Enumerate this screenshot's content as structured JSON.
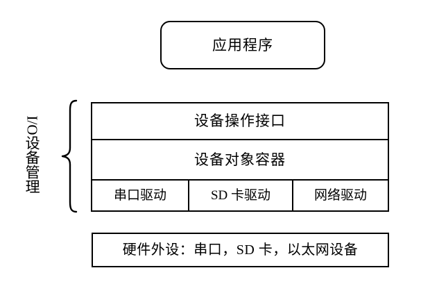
{
  "diagram": {
    "title_box": {
      "label": "应用程序"
    },
    "group_label": {
      "latin": "I/O",
      "cjk": "设备管理"
    },
    "brace": {
      "icon": "curly-brace-left"
    },
    "stack": {
      "rows": [
        {
          "label": "设备操作接口"
        },
        {
          "label": "设备对象容器"
        }
      ],
      "drivers": [
        {
          "label": "串口驱动"
        },
        {
          "label": "SD 卡驱动"
        },
        {
          "label": "网络驱动"
        }
      ]
    },
    "hardware_box": {
      "label": "硬件外设：串口，SD 卡，以太网设备"
    },
    "colors": {
      "stroke": "#000000",
      "background": "#ffffff",
      "text": "#000000"
    }
  }
}
